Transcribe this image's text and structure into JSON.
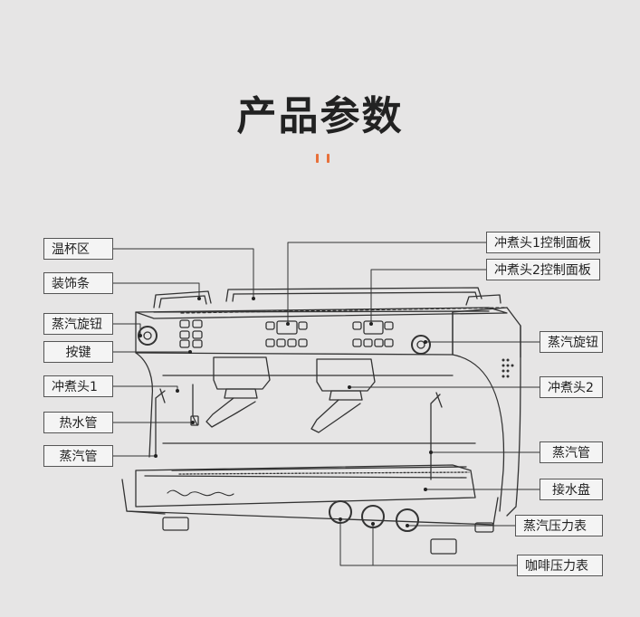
{
  "header": {
    "title": "产品参数"
  },
  "colors": {
    "accent_left": "#e8703a",
    "accent_right": "#e8703a",
    "line": "#333333"
  },
  "labels": {
    "warming_area": "温杯区",
    "trim_strip": "装饰条",
    "steam_knob_left": "蒸汽旋钮",
    "buttons": "按键",
    "group_head_1": "冲煮头1",
    "hot_water_pipe": "热水管",
    "steam_pipe_left": "蒸汽管",
    "panel_1": "冲煮头1控制面板",
    "panel_2": "冲煮头2控制面板",
    "steam_knob_right": "蒸汽旋钮",
    "group_head_2": "冲煮头2",
    "steam_pipe_right": "蒸汽管",
    "drip_tray": "接水盘",
    "steam_gauge": "蒸汽压力表",
    "coffee_gauge": "咖啡压力表"
  }
}
